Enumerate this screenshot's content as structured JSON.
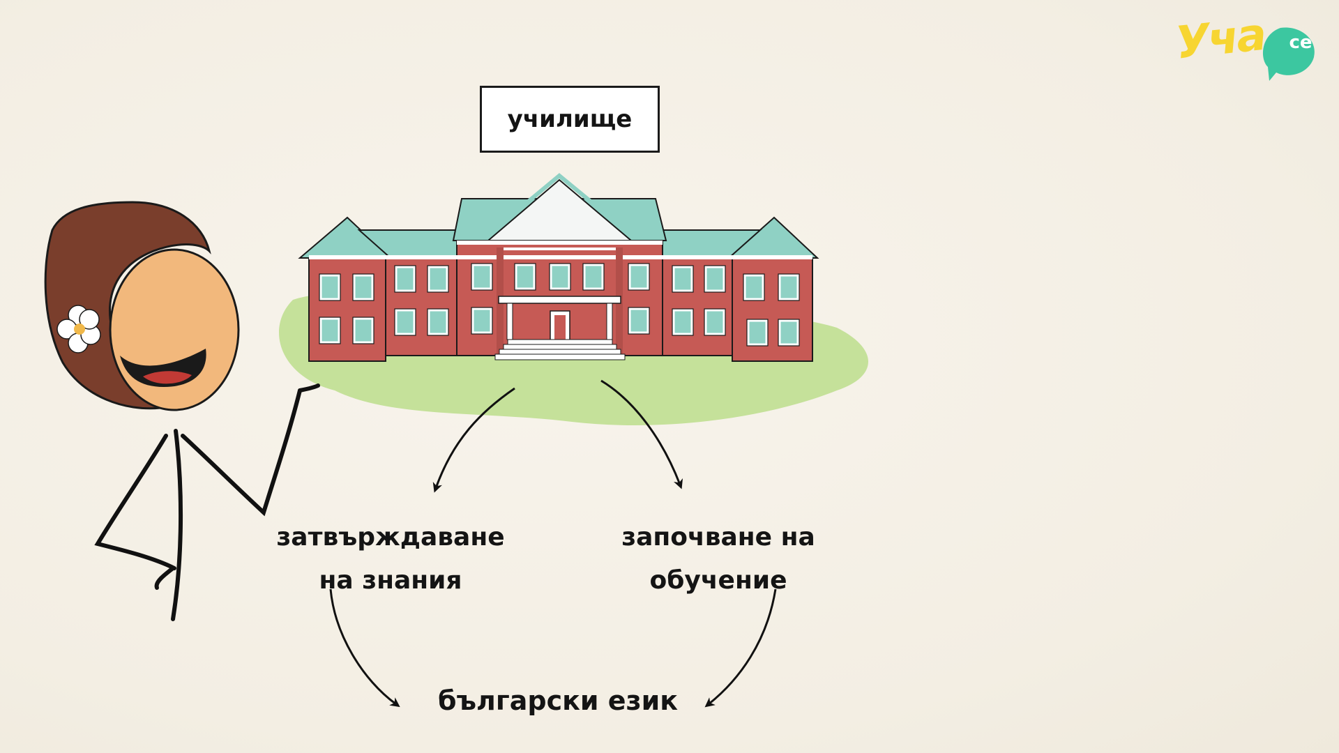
{
  "logo": {
    "main_text": "Уча",
    "badge_text": "се"
  },
  "topic": {
    "label": "училище"
  },
  "branches": {
    "left_line1": "затвърждаване",
    "left_line2": "на знания",
    "right_line1": "започване на",
    "right_line2": "обучение"
  },
  "result": {
    "label": "български език"
  },
  "icons": {
    "building": "school-building-illustration",
    "character": "teacher-character-illustration",
    "flower": "flower-icon"
  },
  "colors": {
    "background": "#f5f0e6",
    "brick": "#c65a55",
    "roof": "#8fd1c4",
    "grass": "#c5e19a",
    "skin": "#f2b87c",
    "hair": "#7a3e2c",
    "logo_yellow": "#f7d531",
    "logo_green": "#3cc7a0"
  }
}
